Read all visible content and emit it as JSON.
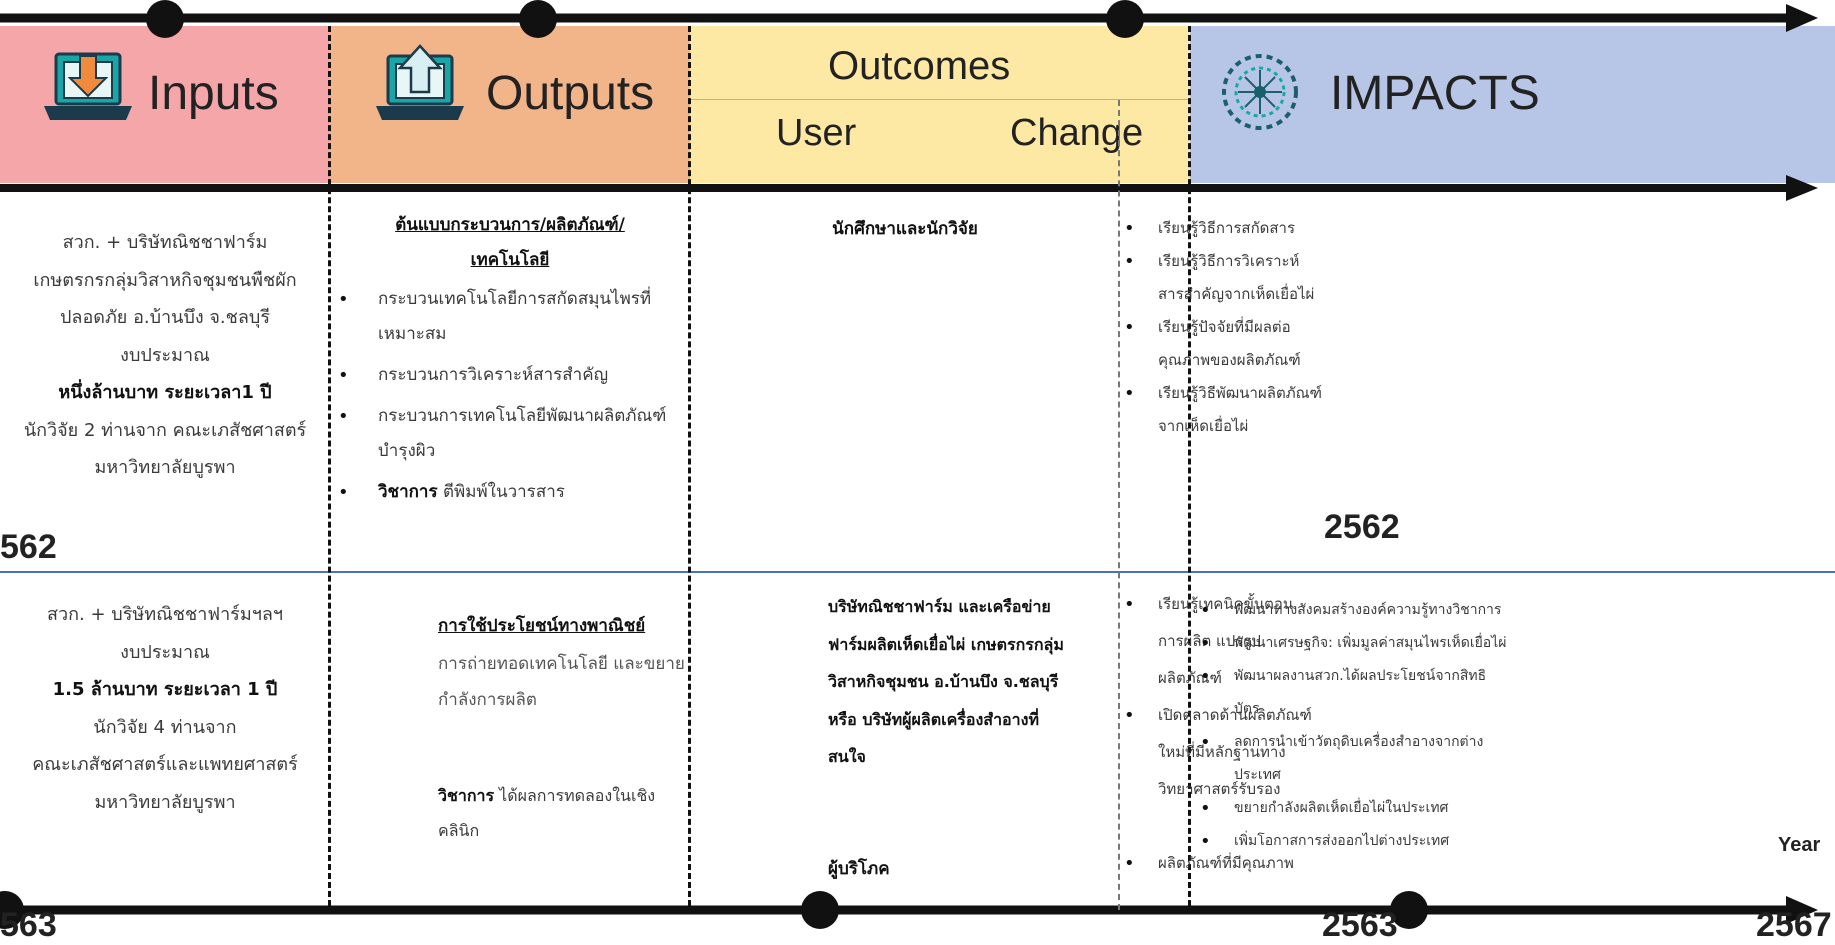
{
  "header": {
    "inputs": "Inputs",
    "outputs": "Outputs",
    "outcomes": "Outcomes",
    "user": "User",
    "change": "Change",
    "impacts": "IMPACTS"
  },
  "row2562": {
    "inputs": [
      "สวก. + บริษัทณิชชาฟาร์ม",
      "เกษตรกรกลุ่มวิสาหกิจชุมชนพืชผัก",
      "ปลอดภัย อ.บ้านบึง จ.ชลบุรี",
      "งบประมาณ",
      "หนึ่งล้านบาท ระยะเวลา1 ปี",
      "นักวิจัย 2 ท่านจาก คณะเภสัชศาสตร์",
      "มหาวิทยาลัยบูรพา"
    ],
    "outputs_title_1": "ต้นแบบกระบวนการ/ผลิตภัณฑ์/",
    "outputs_title_2": "เทคโนโลยี",
    "outputs_items": [
      "กระบวนเทคโนโลยีการสกัดสมุนไพรที่เหมาะสม",
      "กระบวนการวิเคราะห์สารสำคัญ",
      "กระบวนการเทคโนโลยีพัฒนาผลิตภัณฑ์บำรุงผิว"
    ],
    "outputs_academic_label": "วิชาการ",
    "outputs_academic_text": " ตีพิมพ์ในวารสาร",
    "user": "นักศึกษาและนักวิจัย",
    "change": [
      "เรียนรู้วิธีการสกัดสาร",
      "เรียนรู้วิธีการวิเคราะห์สารสำคัญจากเห็ดเยื่อไผ่",
      "เรียนรู้ปัจจัยที่มีผลต่อคุณภาพของผลิตภัณฑ์",
      "เรียนรู้วิธีพัฒนาผลิตภัณฑ์จากเห็ดเยื่อไผ่"
    ]
  },
  "row2563": {
    "inputs": [
      "สวก. + บริษัทณิชชาฟาร์มฯลฯ",
      "งบประมาณ",
      "1.5 ล้านบาท ระยะเวลา 1 ปี",
      "นักวิจัย 4 ท่านจาก",
      "คณะเภสัชศาสตร์และแพทยศาสตร์",
      "มหาวิทยาลัยบูรพา"
    ],
    "outputs_title": "การใช้ประโยชน์ทางพาณิชย์",
    "outputs_text": "การถ่ายทอดเทคโนโลยี และขยายกำลังการผลิต",
    "outputs_academic_label": "วิชาการ",
    "outputs_academic_text": " ได้ผลการทดลองในเชิงคลินิก",
    "user": "บริษัทณิชชาฟาร์ม และเครือข่ายฟาร์มผลิตเห็ดเยื่อไผ่ เกษตรกรกลุ่มวิสาหกิจชุมชน อ.บ้านบึง จ.ชลบุรี หรือ บริษัทผู้ผลิตเครื่องสำอางที่สนใจ",
    "user2": "ผู้บริโภค",
    "change": [
      "เรียนรู้เทคนิคขั้นตอน การผลิต แปรรูป ผลิตภัณฑ์",
      "เปิดตลาดด้านผลิตภัณฑ์ใหม่ที่มีหลักฐานทางวิทยาศาสตร์รับรอง"
    ],
    "change2": "ผลิตภัณฑ์ที่มีคุณภาพ",
    "impacts": [
      "พัฒนาทางสังคมสร้างองค์ความรู้ทางวิชาการ",
      "พัฒนาเศรษฐกิจ: เพิ่มมูลค่าสมุนไพรเห็ดเยื่อไผ่",
      "พัฒนาผลงานสวก.ได้ผลประโยชน์จากสิทธิบัตร",
      "ลดการนำเข้าวัตถุดิบเครื่องสำอางจากต่างประเทศ",
      "ขยายกำลังผลิตเห็ดเยื่อไผ่ในประเทศ",
      "เพิ่มโอกาสการส่งออกไปต่างประเทศ"
    ]
  },
  "years": {
    "left_2562": "562",
    "mid_2562": "2562",
    "left_2563": "563",
    "mid_2563": "2563",
    "right_2567": "2567",
    "axis_label": "Year"
  },
  "colors": {
    "inputs": "#f4a6a8",
    "outputs": "#f2b489",
    "outcomes": "#fde9a3",
    "impacts": "#b7c5e6",
    "divider": "#4a6fc0"
  },
  "icons": [
    "download-laptop-icon",
    "upload-laptop-icon",
    "network-globe-icon"
  ]
}
